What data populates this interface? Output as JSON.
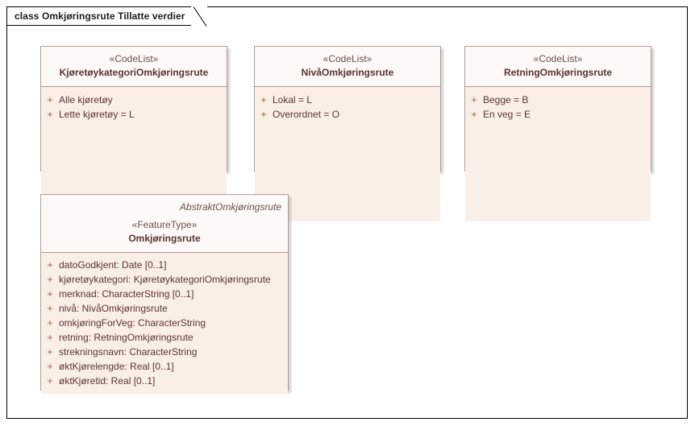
{
  "diagram": {
    "tab_label": "class Omkjøringsrute Tillatte verdier",
    "colors": {
      "frame_border": "#000000",
      "class_border": "#b39a99",
      "header_fill": "#fdf9f6",
      "body_fill": "#faefe7",
      "name_text": "#5a3430",
      "stereotype_text": "#6b5048",
      "visibility_text": "#9e5a33",
      "page_background": "#ffffff"
    }
  },
  "classes": [
    {
      "id": "kjoretoykategori",
      "stereotype": "«CodeList»",
      "name": "KjøretøykategoriOmkjøringsrute",
      "qualifier": "",
      "features": [
        {
          "visibility": "+",
          "signature": "Alle kjøretøy"
        },
        {
          "visibility": "+",
          "signature": "Lette kjøretøy = L"
        }
      ]
    },
    {
      "id": "niva",
      "stereotype": "«CodeList»",
      "name": "NivåOmkjøringsrute",
      "qualifier": "",
      "features": [
        {
          "visibility": "+",
          "signature": "Lokal = L"
        },
        {
          "visibility": "+",
          "signature": "Overordnet = O"
        }
      ]
    },
    {
      "id": "retning",
      "stereotype": "«CodeList»",
      "name": "RetningOmkjøringsrute",
      "qualifier": "",
      "features": [
        {
          "visibility": "+",
          "signature": "Begge = B"
        },
        {
          "visibility": "+",
          "signature": "En veg = E"
        }
      ]
    },
    {
      "id": "omkjoringsrute",
      "stereotype": "«FeatureType»",
      "name": "Omkjøringsrute",
      "qualifier": "AbstraktOmkjøringsrute",
      "features": [
        {
          "visibility": "+",
          "signature": "datoGodkjent: Date [0..1]"
        },
        {
          "visibility": "+",
          "signature": "kjøretøykategori: KjøretøykategoriOmkjøringsrute"
        },
        {
          "visibility": "+",
          "signature": "merknad: CharacterString [0..1]"
        },
        {
          "visibility": "+",
          "signature": "nivå: NivåOmkjøringsrute"
        },
        {
          "visibility": "+",
          "signature": "omkjøringForVeg: CharacterString"
        },
        {
          "visibility": "+",
          "signature": "retning: RetningOmkjøringsrute"
        },
        {
          "visibility": "+",
          "signature": "strekningsnavn: CharacterString"
        },
        {
          "visibility": "+",
          "signature": "øktKjørelengde: Real [0..1]"
        },
        {
          "visibility": "+",
          "signature": "øktKjøretid: Real [0..1]"
        }
      ]
    }
  ]
}
